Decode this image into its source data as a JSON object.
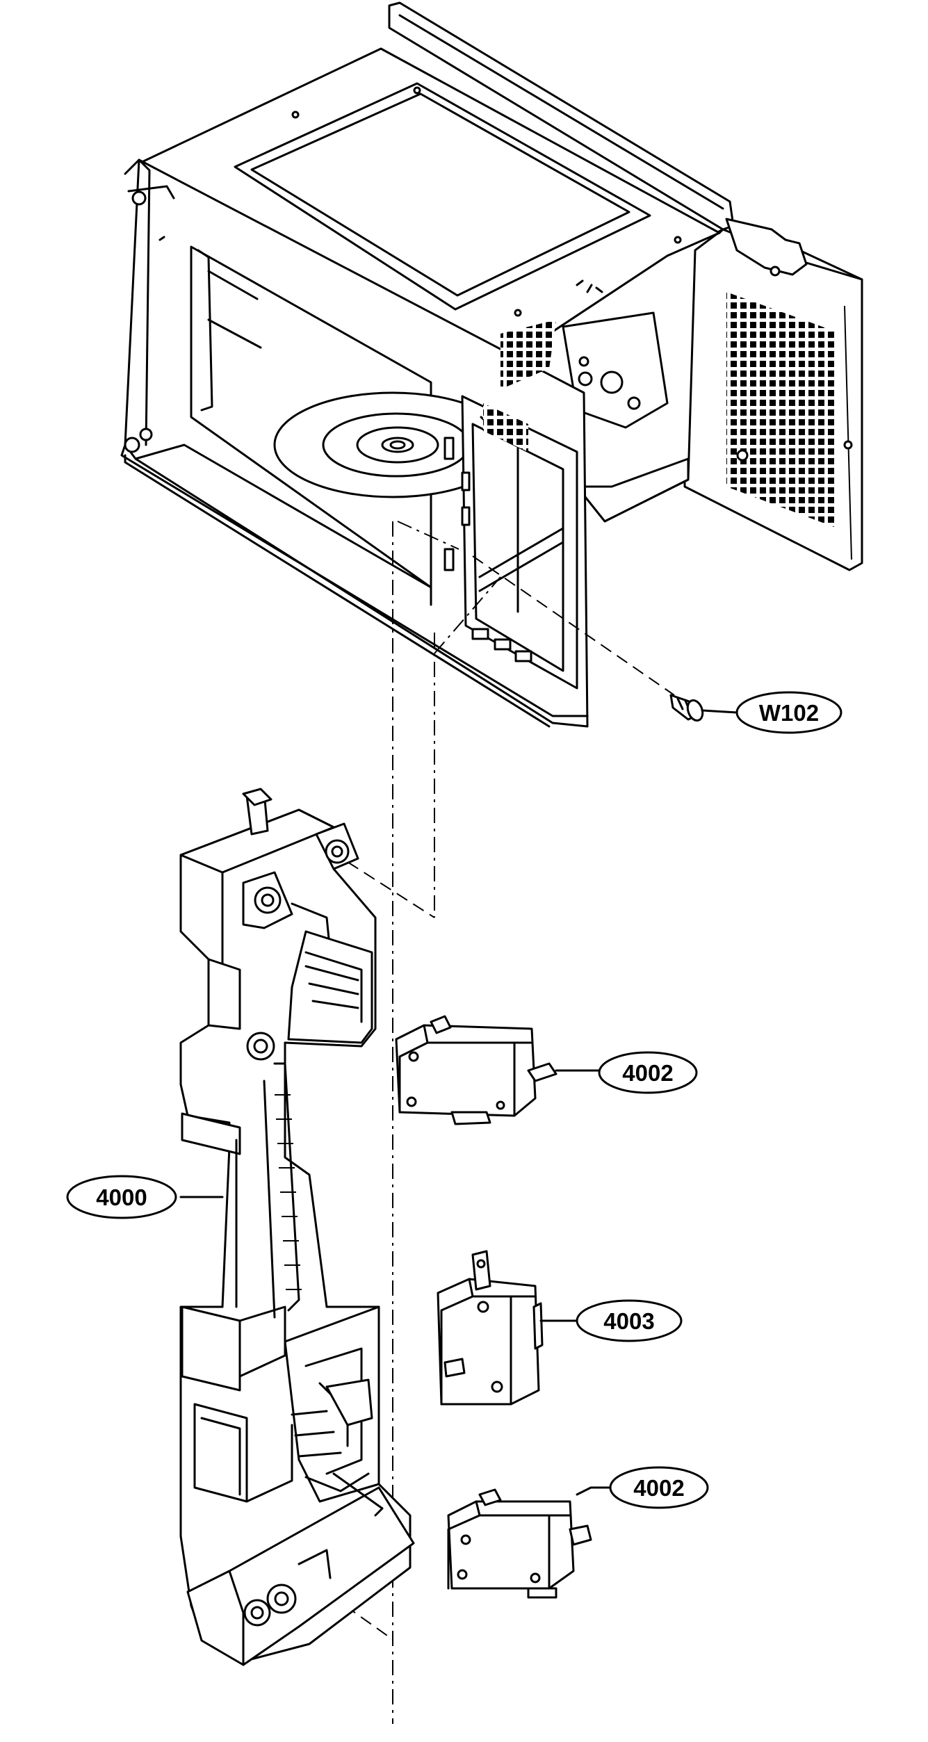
{
  "diagram": {
    "callouts": [
      {
        "id": "W102",
        "label": "W102",
        "part": "screw"
      },
      {
        "id": "4002a",
        "label": "4002",
        "part": "switch-upper"
      },
      {
        "id": "4000",
        "label": "4000",
        "part": "latch-board"
      },
      {
        "id": "4003",
        "label": "4003",
        "part": "switch-middle"
      },
      {
        "id": "4002b",
        "label": "4002",
        "part": "switch-lower"
      }
    ],
    "colors": {
      "line": "#000000",
      "background": "#ffffff"
    }
  }
}
